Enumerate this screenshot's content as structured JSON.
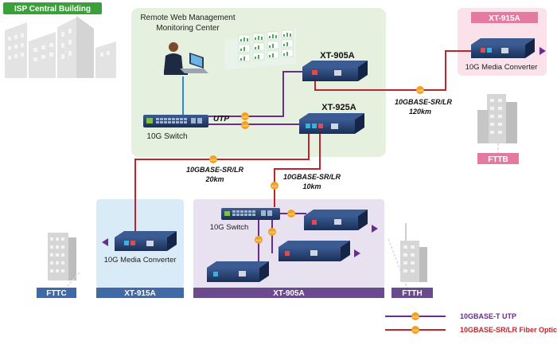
{
  "labels": {
    "isp_central_building": "ISP Central Building",
    "remote_mgmt_line1": "Remote Web Management",
    "remote_mgmt_line2": "Monitoring Center",
    "xt905a_top": "XT-905A",
    "xt925a": "XT-925A",
    "switch_top": "10G Switch",
    "utp": "UTP",
    "link_120_line1": "10GBASE-SR/LR",
    "link_120_line2": "120km",
    "link_20_line1": "10GBASE-SR/LR",
    "link_20_line2": "20km",
    "link_10_line1": "10GBASE-SR/LR",
    "link_10_line2": "10km",
    "xt915a_right": "XT-915A",
    "media_conv_right": "10G Media Converter",
    "fttb": "FTTB",
    "switch_bottom": "10G Switch",
    "media_conv_left": "10G Media Converter",
    "fttc": "FTTC",
    "xt915a_left": "XT-915A",
    "xt905a_bottom": "XT-905A",
    "ftth": "FTTH",
    "badge": "10G"
  },
  "legend": {
    "utp": "10GBASE-T UTP",
    "fiber": "10GBASE-SR/LR Fiber Optic"
  },
  "colors": {
    "utp": "#6a2d8f",
    "fiber": "#c0242b",
    "badge": "#f2a01e",
    "device": "#1e3560",
    "center_box": "#e5f0df",
    "fttc_box": "#d9ebf7",
    "ftth_box": "#e7e1f0",
    "fttb_box": "#fbe1e9",
    "tag_blue": "#3f6aa6",
    "tag_purple": "#6b4a8f",
    "tag_pink": "#e57aa0"
  }
}
